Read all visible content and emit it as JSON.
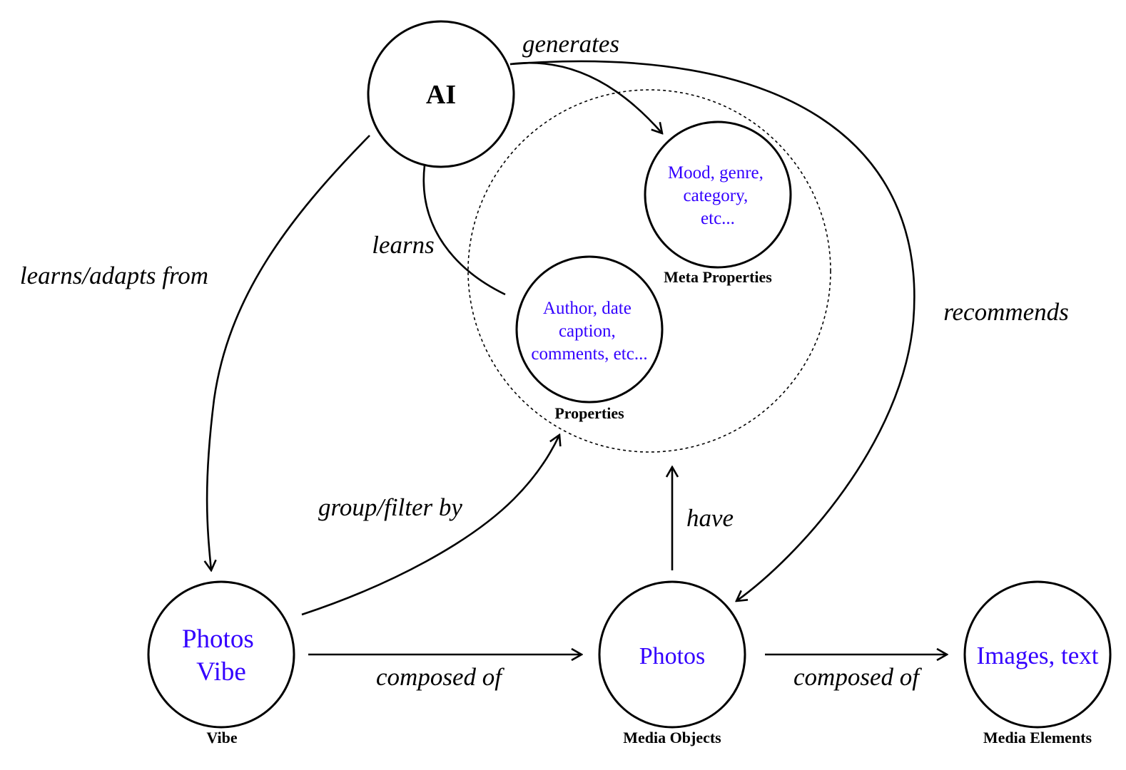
{
  "colors": {
    "node_text": "#3300ff",
    "lines": "#000000"
  },
  "nodes": {
    "ai": {
      "lines": [
        "AI"
      ]
    },
    "meta": {
      "lines": [
        "Mood, genre,",
        "category,",
        "etc..."
      ],
      "caption": "Meta Properties"
    },
    "props": {
      "lines": [
        "Author, date",
        "caption,",
        "comments, etc..."
      ],
      "caption": "Properties"
    },
    "vibe": {
      "lines": [
        "Photos",
        "Vibe"
      ],
      "caption": "Vibe"
    },
    "photos": {
      "lines": [
        "Photos"
      ],
      "caption": "Media Objects"
    },
    "elements": {
      "lines": [
        "Images, text"
      ],
      "caption": "Media Elements"
    }
  },
  "edges": {
    "generates": "generates",
    "recommends": "recommends",
    "learns": "learns",
    "learns_adapts": "learns/adapts from",
    "group_filter": "group/filter by",
    "have": "have",
    "composed1": "composed of",
    "composed2": "composed of"
  }
}
